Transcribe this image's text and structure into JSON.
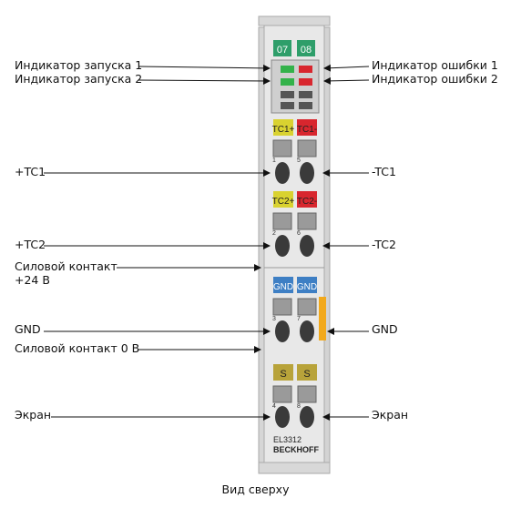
{
  "labels": {
    "run1": "Индикатор запуска 1",
    "run2": "Индикатор запуска 2",
    "err1": "Индикатор ошибки 1",
    "err2": "Индикатор ошибки 2",
    "tc1_plus": "+TC1",
    "tc1_minus": "-TC1",
    "tc2_plus": "+TC2",
    "tc2_minus": "-TC2",
    "power_24v_line1": "Силовой контакт",
    "power_24v_line2": "+24 В",
    "gnd_left": "GND",
    "gnd_right": "GND",
    "power_0v": "Силовой контакт 0 В",
    "shield_left": "Экран",
    "shield_right": "Экран"
  },
  "caption": "Вид сверху",
  "module": {
    "channel_tags": [
      "07",
      "08"
    ],
    "tc1_tags": [
      "TC1+",
      "TC1-"
    ],
    "tc2_tags": [
      "TC2+",
      "TC2-"
    ],
    "gnd_tags": [
      "GND",
      "GND"
    ],
    "shield_tags": [
      "S",
      "S"
    ],
    "terminal_numbers": [
      "1",
      "5",
      "2",
      "6",
      "3",
      "7",
      "4",
      "8"
    ],
    "model": "EL3312",
    "brand": "BECKHOFF"
  },
  "colors": {
    "green_tag": "#2e9e6a",
    "yellow_tag": "#d9d230",
    "red_tag": "#d8262e",
    "blue_tag": "#3e7fc4",
    "olive_tag": "#b8a33a",
    "orange_contact": "#f2a91c",
    "housing": "#e6e6e6"
  }
}
